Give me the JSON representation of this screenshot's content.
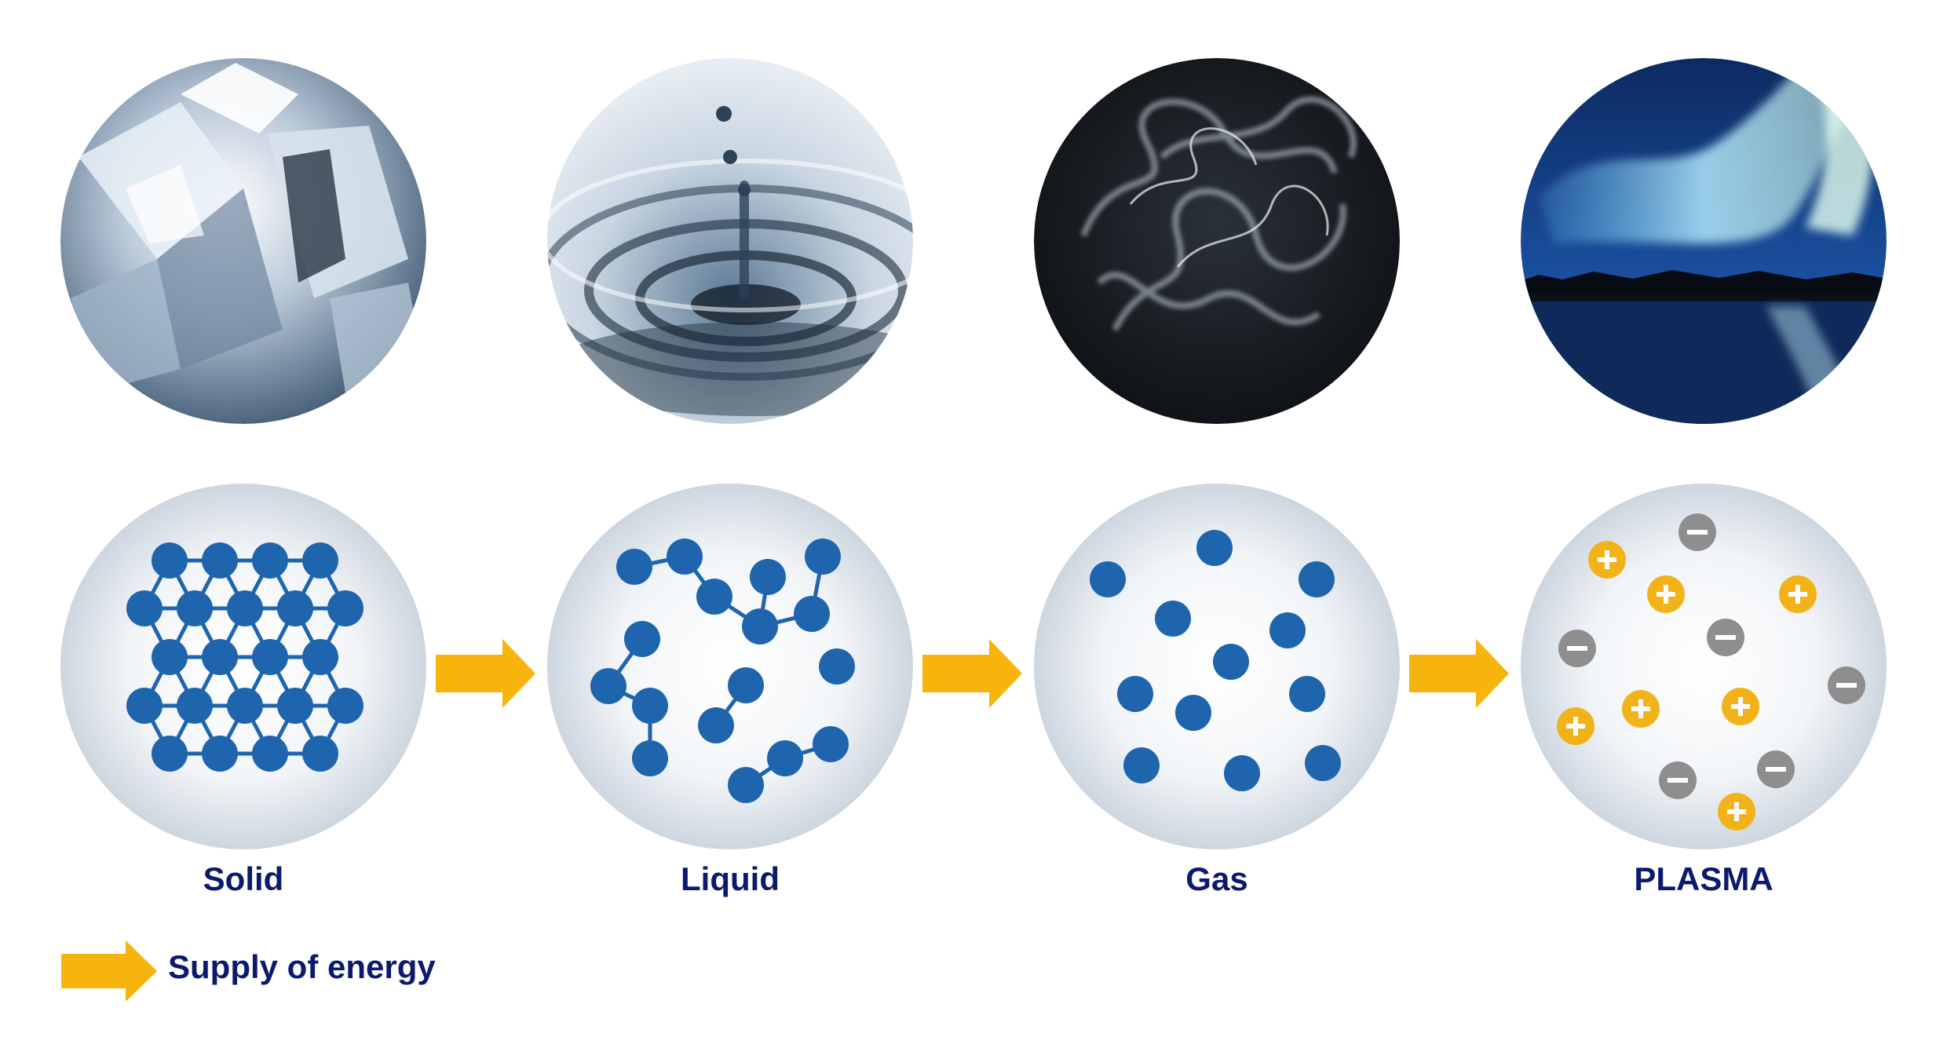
{
  "states": [
    {
      "id": "solid",
      "label": "Solid",
      "photo": "ice-cubes"
    },
    {
      "id": "liquid",
      "label": "Liquid",
      "photo": "water-drop-ripples"
    },
    {
      "id": "gas",
      "label": "Gas",
      "photo": "smoke-wisps"
    },
    {
      "id": "plasma",
      "label": "PLASMA",
      "photo": "aurora-borealis"
    }
  ],
  "legend": {
    "label": "Supply of energy",
    "icon": "arrow-right-icon"
  },
  "colors": {
    "particle": "#1f65ad",
    "bond": "#1f65ad",
    "arrow": "#f6b40d",
    "positive_ion": "#f2b31a",
    "negative_electron": "#8e8e8e",
    "label": "#0c1a6e"
  }
}
